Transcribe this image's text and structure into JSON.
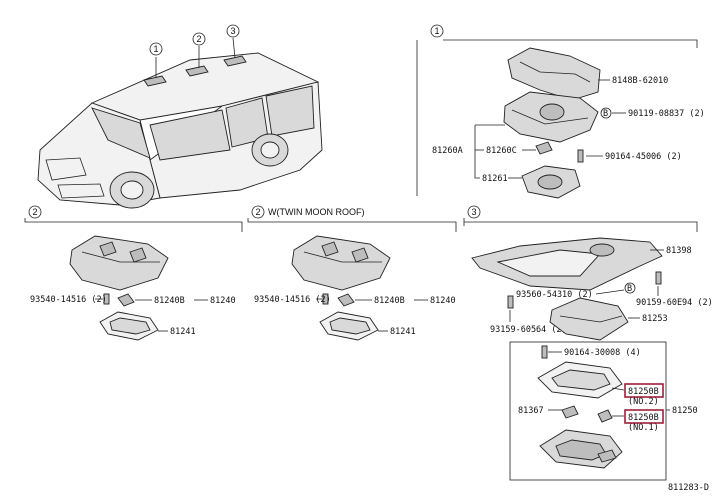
{
  "callouts": {
    "c1": "1",
    "c2": "2",
    "c3": "3"
  },
  "section1": {
    "marker": "1",
    "parts": {
      "p1": "8148B-62010",
      "p2": "90119-08837 (2)",
      "p2_marker": "B",
      "p3": "81260A",
      "p4": "81260C",
      "p5": "90164-45006 (2)",
      "p6": "81261"
    }
  },
  "section2a": {
    "marker": "2",
    "parts": {
      "p1": "93540-14516 (2)",
      "p2": "81240B",
      "p3": "81240",
      "p4": "81241"
    }
  },
  "section2b": {
    "marker": "2",
    "title": "W(TWIN MOON ROOF)",
    "parts": {
      "p1": "93540-14516 (2)",
      "p2": "81240B",
      "p3": "81240",
      "p4": "81241"
    }
  },
  "section3": {
    "marker": "3",
    "parts": {
      "p1": "81398",
      "p2": "93560-54310 (2)",
      "p2_marker": "B",
      "p3": "90159-60E94 (2)",
      "p4": "93159-60564 (2)",
      "p5": "81253",
      "p6": "90164-30008 (4)",
      "p7": "81250B",
      "p7_sub": "(NO.2)",
      "p8": "81367",
      "p9": "81250",
      "p10": "81250B",
      "p10_sub": "(NO.1)"
    }
  },
  "footer": {
    "code": "811283-D"
  },
  "colors": {
    "highlight": "#a0203a",
    "line": "#222222"
  }
}
